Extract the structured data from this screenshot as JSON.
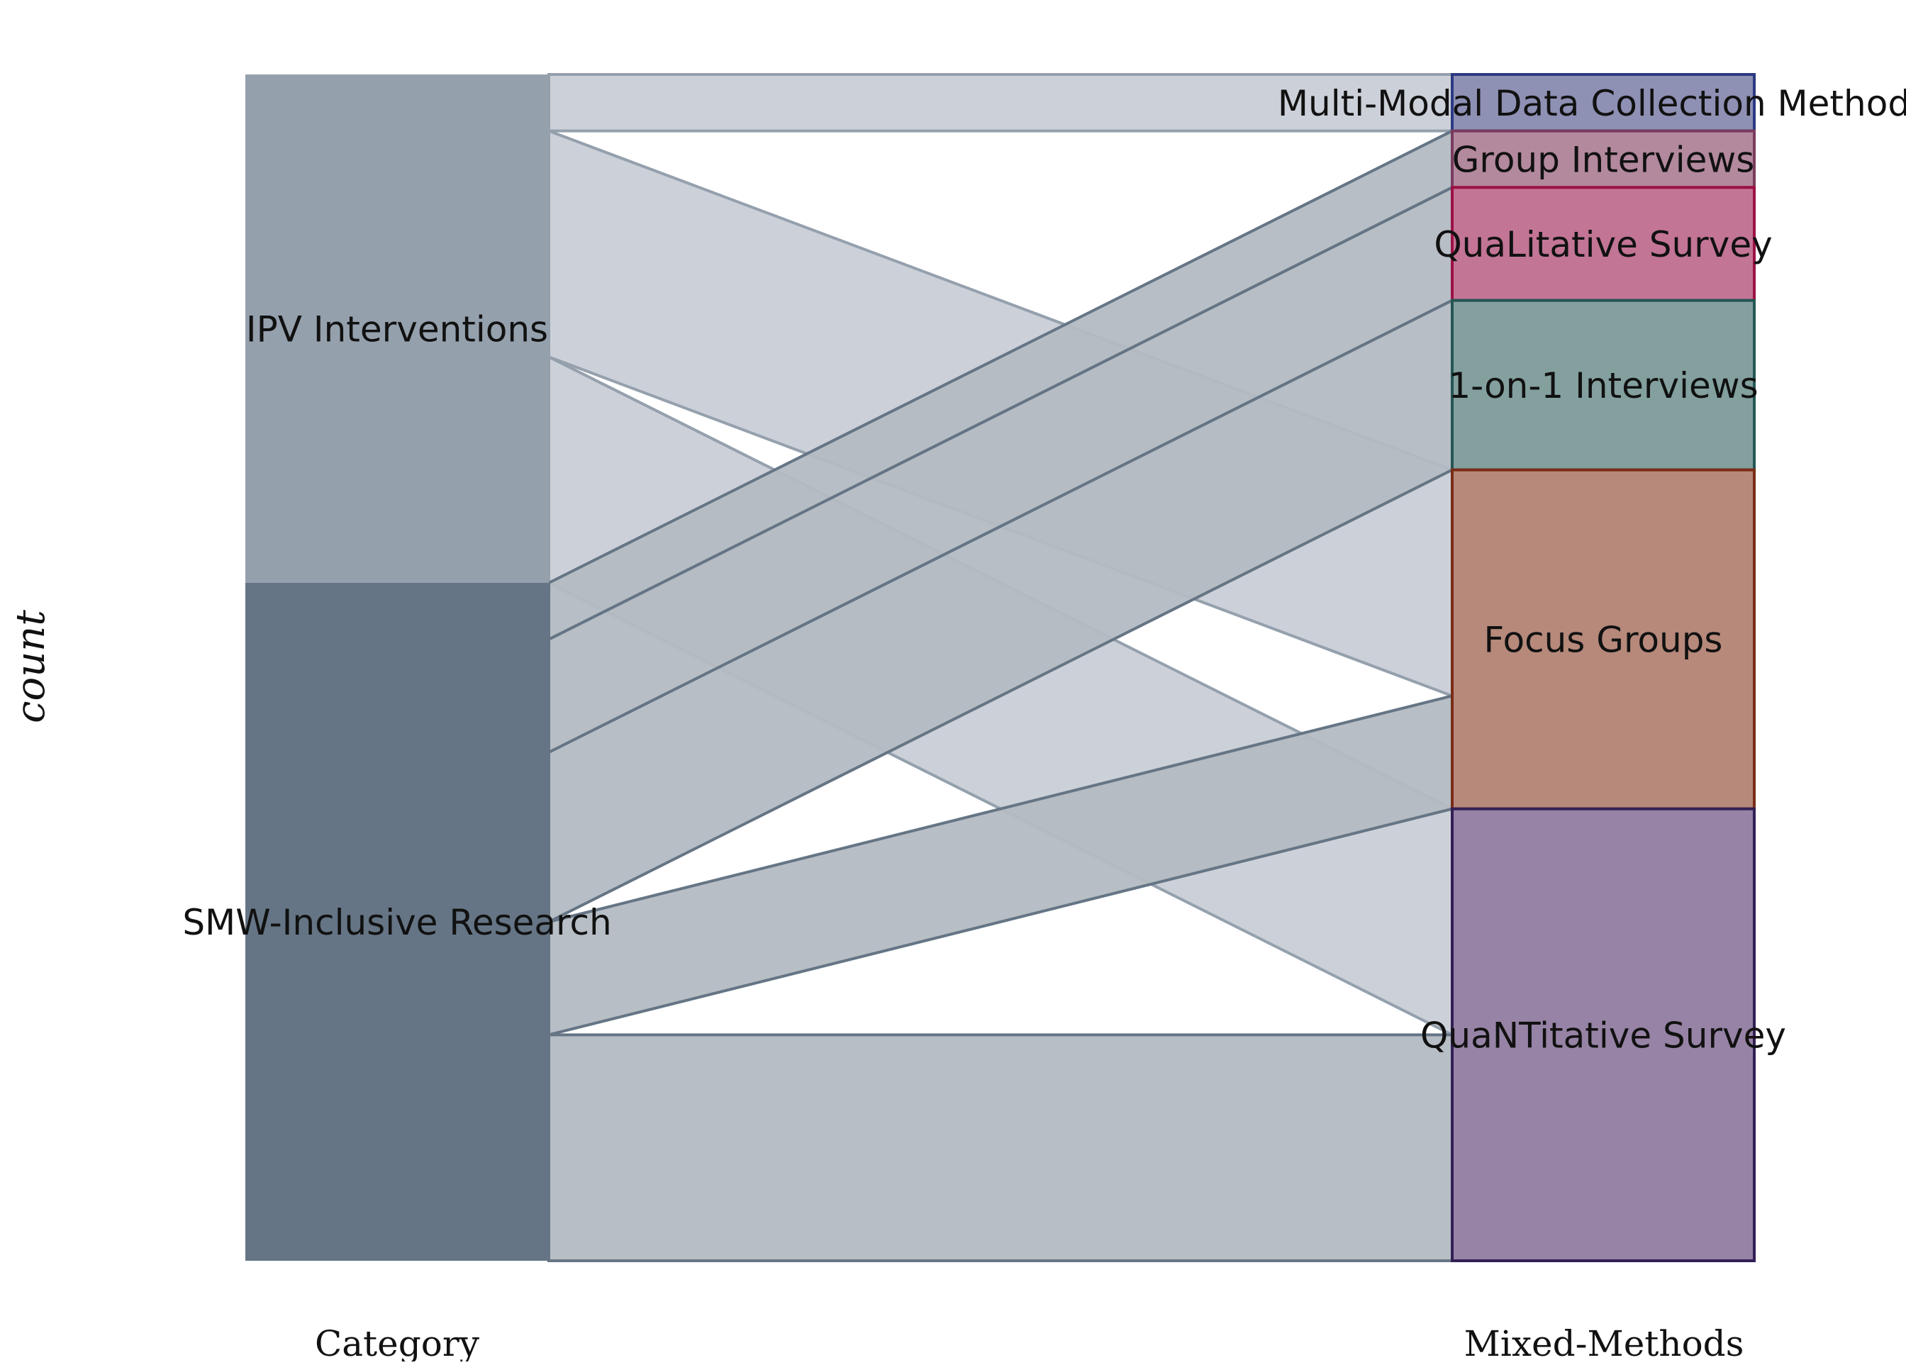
{
  "chart_data": {
    "type": "alluvial",
    "ylabel": "count",
    "axes": [
      "Category",
      "Mixed-Methods"
    ],
    "left_nodes": [
      {
        "name": "IPV Interventions",
        "color": "#95a0ad"
      },
      {
        "name": "SMW-Inclusive Research",
        "color": "#657585"
      }
    ],
    "right_nodes": [
      {
        "name": "Multi-Modal Data Collection Methods",
        "color": "#8e90b4",
        "stroke": "#2c3a82"
      },
      {
        "name": "Group Interviews",
        "color": "#b3899e",
        "stroke": "#7a3b5e"
      },
      {
        "name": "QuaLitative Survey",
        "color": "#c37596",
        "stroke": "#9c1145"
      },
      {
        "name": "1-on-1 Interviews",
        "color": "#83a09f",
        "stroke": "#245654"
      },
      {
        "name": "Focus Groups",
        "color": "#b6897b",
        "stroke": "#7a2c16"
      },
      {
        "name": "QuaNTitative Survey",
        "color": "#9683a5",
        "stroke": "#321f55"
      }
    ],
    "flows": [
      {
        "source": "IPV Interventions",
        "target": "Multi-Modal Data Collection Methods",
        "value": 1
      },
      {
        "source": "IPV Interventions",
        "target": "Focus Groups",
        "value": 4
      },
      {
        "source": "IPV Interventions",
        "target": "QuaNTitative Survey",
        "value": 4
      },
      {
        "source": "SMW-Inclusive Research",
        "target": "Group Interviews",
        "value": 1
      },
      {
        "source": "SMW-Inclusive Research",
        "target": "QuaLitative Survey",
        "value": 2
      },
      {
        "source": "SMW-Inclusive Research",
        "target": "1-on-1 Interviews",
        "value": 3
      },
      {
        "source": "SMW-Inclusive Research",
        "target": "Focus Groups",
        "value": 2
      },
      {
        "source": "SMW-Inclusive Research",
        "target": "QuaNTitative Survey",
        "value": 4
      }
    ],
    "flow_fill_colors": {
      "IPV Interventions": "#c9ced6",
      "SMW-Inclusive Research": "#b3bac2"
    },
    "flow_stroke_colors": {
      "IPV Interventions": "#95a0ad",
      "SMW-Inclusive Research": "#657585"
    },
    "total": 21
  }
}
